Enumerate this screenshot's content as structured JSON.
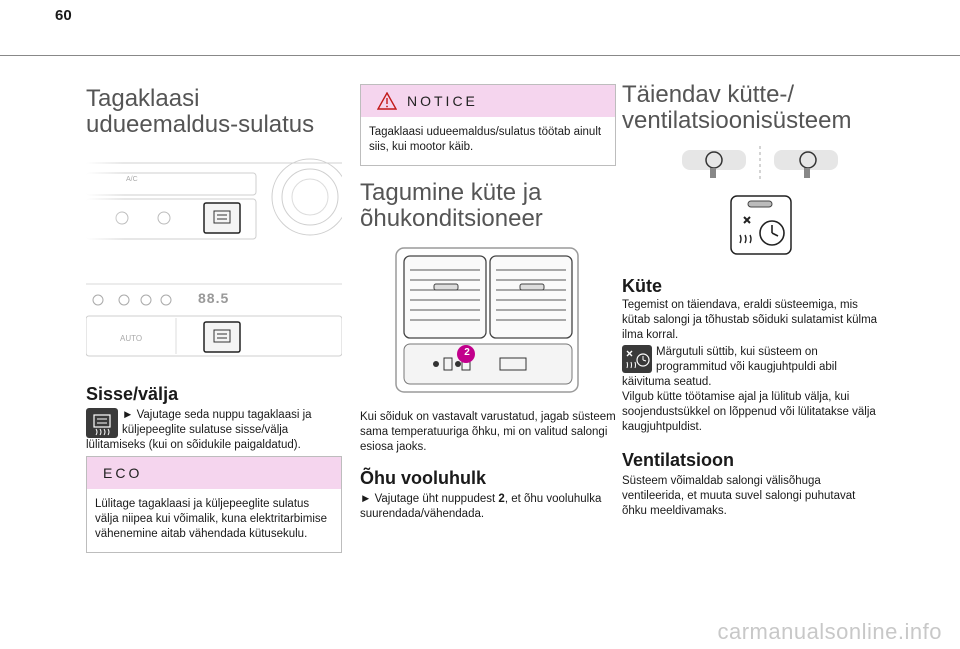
{
  "page": {
    "number": "60"
  },
  "col1": {
    "title": "Tagaklaasi\nudueemaldus-sulatus",
    "section_heading": "Sisse/välja",
    "section_text": "► Vajutage seda nuppu tagaklaasi ja küljepeeglite sulatuse sisse/välja lülitamiseks (kui on sõidukile paigaldatud).",
    "eco_box": {
      "header": "ECO",
      "text": "Lülitage tagaklaasi ja küljepeeglite sulatus välja niipea kui võimalik, kuna elektritarbimise vähenemine aitab vähendada kütusekulu."
    },
    "panel1_label": "A/C",
    "panel2_labels": {
      "display": "88.5",
      "auto": "AUTO"
    }
  },
  "col2": {
    "notice_box": {
      "header": "NOTICE",
      "text": "Tagaklaasi udueemaldus/sulatus töötab ainult siis, kui mootor käib."
    },
    "title": "Tagumine küte ja\nõhukonditsioneer",
    "vent_caption": "Kui sõiduk on vastavalt varustatud, jagab süsteem sama temperatuuriga õhku, mi on valitud salongi esiosa jaoks.",
    "section_heading": "Õhu vooluhulk",
    "section_text_prefix": "► Vajutage üht nuppudest ",
    "section_text_bold": "2",
    "section_text_suffix": ", et õhu vooluhulka suurendada/vähendada.",
    "callout_number": "2"
  },
  "col3": {
    "title": "Täiendav kütte-/\nventilatsioonisüsteem",
    "heating_heading": "Küte",
    "heating_text_1": "Tegemist on täiendava, eraldi süsteemiga, mis kütab salongi ja tõhustab sõiduki sulatamist külma ilma korral.",
    "heating_text_2": "Märgutuli süttib, kui süsteem on programmitud või kaugjuhtpuldi abil käivituma seatud.",
    "heating_text_3": "Vilgub kütte töötamise ajal ja lülitub välja, kui soojendustsükkel on lõppenud või lülitatakse välja kaugjuhtpuldist.",
    "vent_heading": "Ventilatsioon",
    "vent_text": "Süsteem võimaldab salongi välisõhuga ventileerida, et muuta suvel salongi puhutavat õhku meeldivamaks."
  },
  "footer": {
    "watermark": "carmanualsonline.info"
  },
  "colors": {
    "box_header": "#f5d5ee",
    "callout": "#c2008c",
    "heading_grey": "#555555"
  }
}
